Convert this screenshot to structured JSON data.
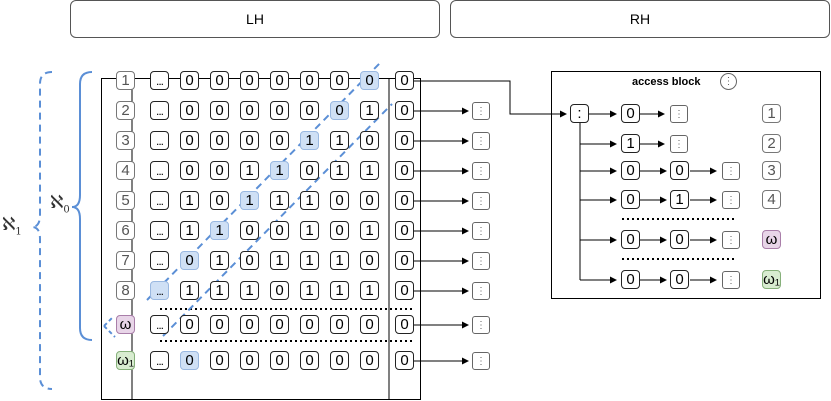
{
  "headers": {
    "left": "LH",
    "right": "RH"
  },
  "brace_labels": {
    "outer": "ℵ",
    "outer_sub": "1",
    "inner": "ℵ",
    "inner_sub": "0"
  },
  "grid": {
    "rows": [
      {
        "index": "1",
        "cells": [
          "0",
          "0",
          "0",
          "0",
          "0",
          "0",
          "0"
        ],
        "tail": "0"
      },
      {
        "index": "2",
        "cells": [
          "0",
          "0",
          "0",
          "0",
          "0",
          "0",
          "1"
        ],
        "tail": "0"
      },
      {
        "index": "3",
        "cells": [
          "0",
          "0",
          "0",
          "0",
          "1",
          "1",
          "0"
        ],
        "tail": "0"
      },
      {
        "index": "4",
        "cells": [
          "0",
          "0",
          "1",
          "1",
          "0",
          "1",
          "1"
        ],
        "tail": "0"
      },
      {
        "index": "5",
        "cells": [
          "1",
          "0",
          "1",
          "1",
          "1",
          "0",
          "0"
        ],
        "tail": "0"
      },
      {
        "index": "6",
        "cells": [
          "1",
          "1",
          "0",
          "0",
          "1",
          "0",
          "1"
        ],
        "tail": "0"
      },
      {
        "index": "7",
        "cells": [
          "0",
          "1",
          "0",
          "1",
          "1",
          "1",
          "0"
        ],
        "tail": "0"
      },
      {
        "index": "8",
        "cells": [
          "1",
          "1",
          "1",
          "0",
          "1",
          "1",
          "1"
        ],
        "tail": "0"
      },
      {
        "index": "ω",
        "cells": [
          "0",
          "0",
          "0",
          "0",
          "0",
          "0",
          "0"
        ],
        "tail": "0"
      },
      {
        "index": "ω₁",
        "cells": [
          "0",
          "0",
          "0",
          "0",
          "0",
          "0",
          "0"
        ],
        "tail": "0"
      }
    ],
    "ellipsis": "...",
    "stub_glyph": "⋮"
  },
  "access_block": {
    "title": "access block",
    "menu_glyph": "⋮",
    "root_glyph": ":",
    "rows": [
      {
        "values": [
          "0"
        ],
        "label": "1"
      },
      {
        "values": [
          "1"
        ],
        "label": "2"
      },
      {
        "values": [
          "0",
          "0"
        ],
        "label": "3"
      },
      {
        "values": [
          "0",
          "1"
        ],
        "label": "4"
      },
      {
        "values": [
          "0",
          "0"
        ],
        "label": "ω"
      },
      {
        "values": [
          "0",
          "0"
        ],
        "label": "ω₁"
      }
    ]
  },
  "colors": {
    "highlight": "#cfe0f5",
    "dashed_blue": "#5b8fd6",
    "omega": "#e8d5e8",
    "omega1": "#d8ecd0"
  }
}
